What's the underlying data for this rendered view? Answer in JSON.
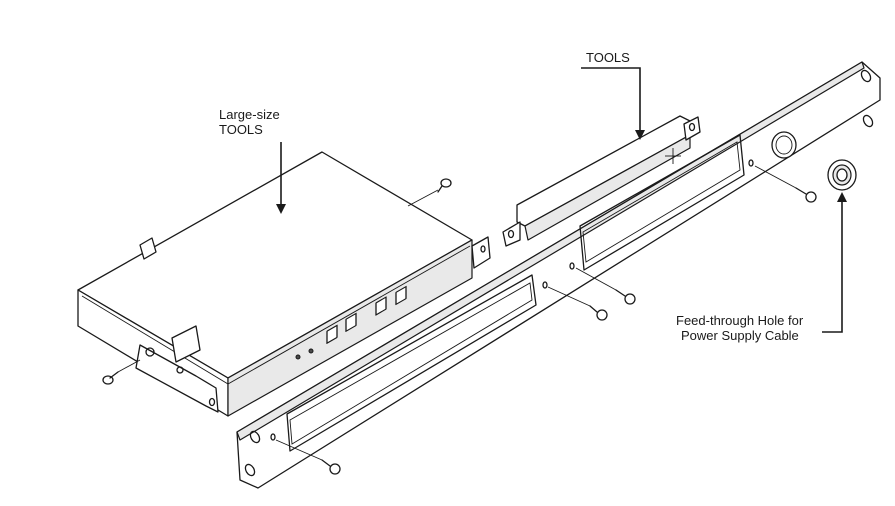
{
  "labels": {
    "large_tools_line1": "Large-size",
    "large_tools_line2": "TOOLS",
    "tools": "TOOLS",
    "feed_through_line1": "Feed-through Hole for",
    "feed_through_line2": "Power Supply Cable"
  }
}
